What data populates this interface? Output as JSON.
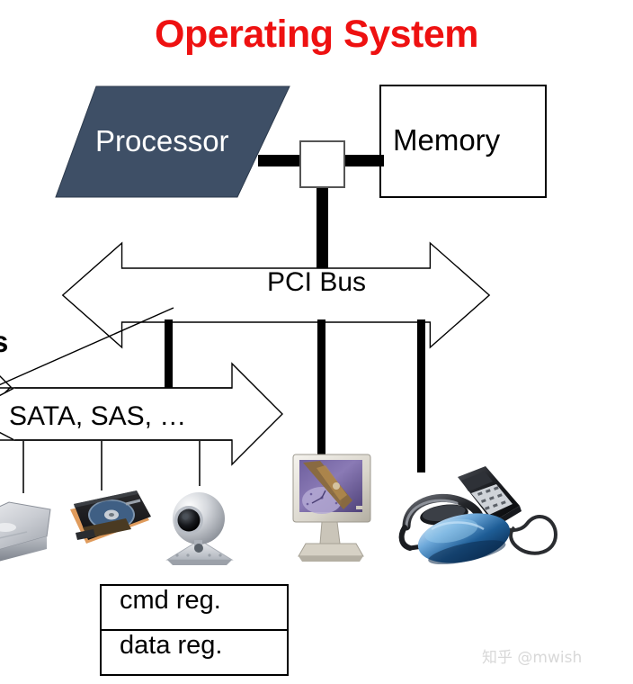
{
  "title": "Operating System",
  "title_color": "#ee1111",
  "background_color": "#ffffff",
  "blocks": {
    "processor": {
      "label": "Processor",
      "fill": "#3e4f66",
      "text_color": "#ffffff"
    },
    "memory": {
      "label": "Memory",
      "fill": "#ffffff",
      "text_color": "#000000"
    },
    "chipset": {
      "label": ""
    }
  },
  "buses": {
    "pci": {
      "label": "PCI Bus"
    },
    "storage": {
      "label": "SATA, SAS, …"
    },
    "cut_off_label": "s"
  },
  "registers": {
    "cmd": "cmd reg.",
    "data": "data reg."
  },
  "devices": [
    {
      "name": "scanner"
    },
    {
      "name": "hard-disk-drive"
    },
    {
      "name": "webcam"
    },
    {
      "name": "lcd-monitor"
    },
    {
      "name": "headset"
    },
    {
      "name": "pda-phone"
    },
    {
      "name": "computer-mouse"
    }
  ],
  "watermark": "知乎 @mwish"
}
